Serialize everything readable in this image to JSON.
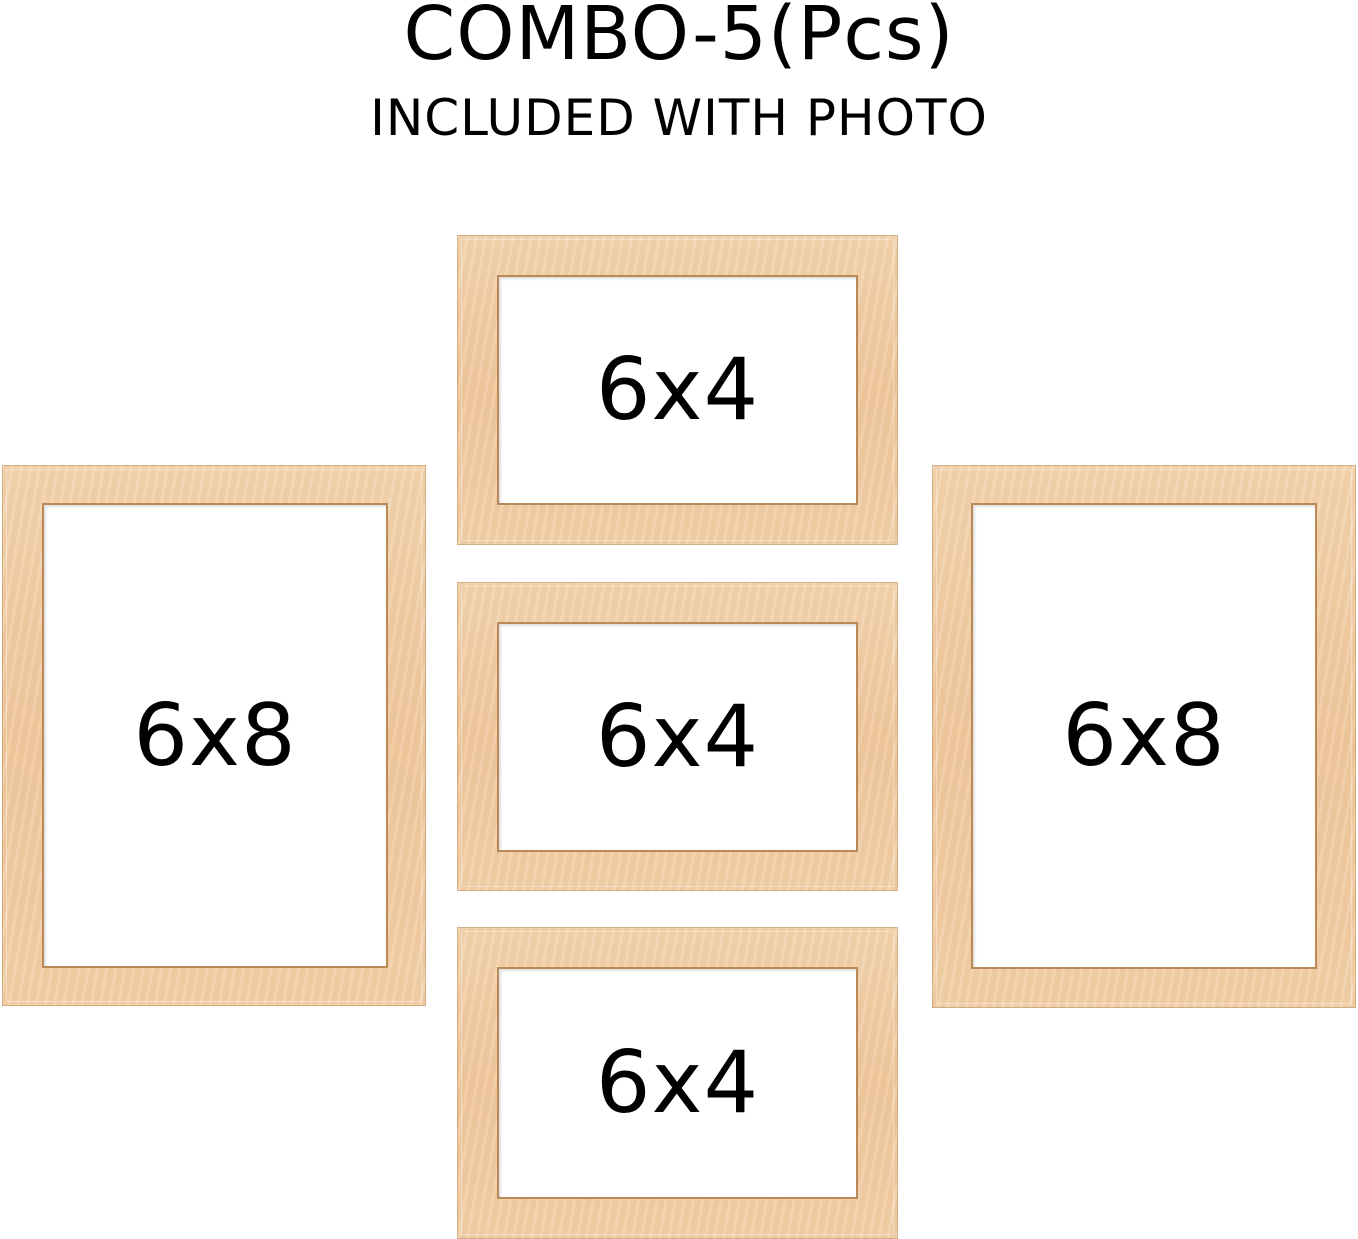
{
  "heading": {
    "title": "COMBO-5(Pcs)",
    "subtitle": "INCLUDED WITH PHOTO"
  },
  "frames": [
    {
      "id": "left",
      "size_label": "6x8"
    },
    {
      "id": "top-center",
      "size_label": "6x4"
    },
    {
      "id": "middle-center",
      "size_label": "6x4"
    },
    {
      "id": "bottom-center",
      "size_label": "6x4"
    },
    {
      "id": "right",
      "size_label": "6x8"
    }
  ],
  "colors": {
    "frame_wood": "#efc89d",
    "frame_edge": "#b98957",
    "background": "#ffffff",
    "text": "#000000"
  }
}
